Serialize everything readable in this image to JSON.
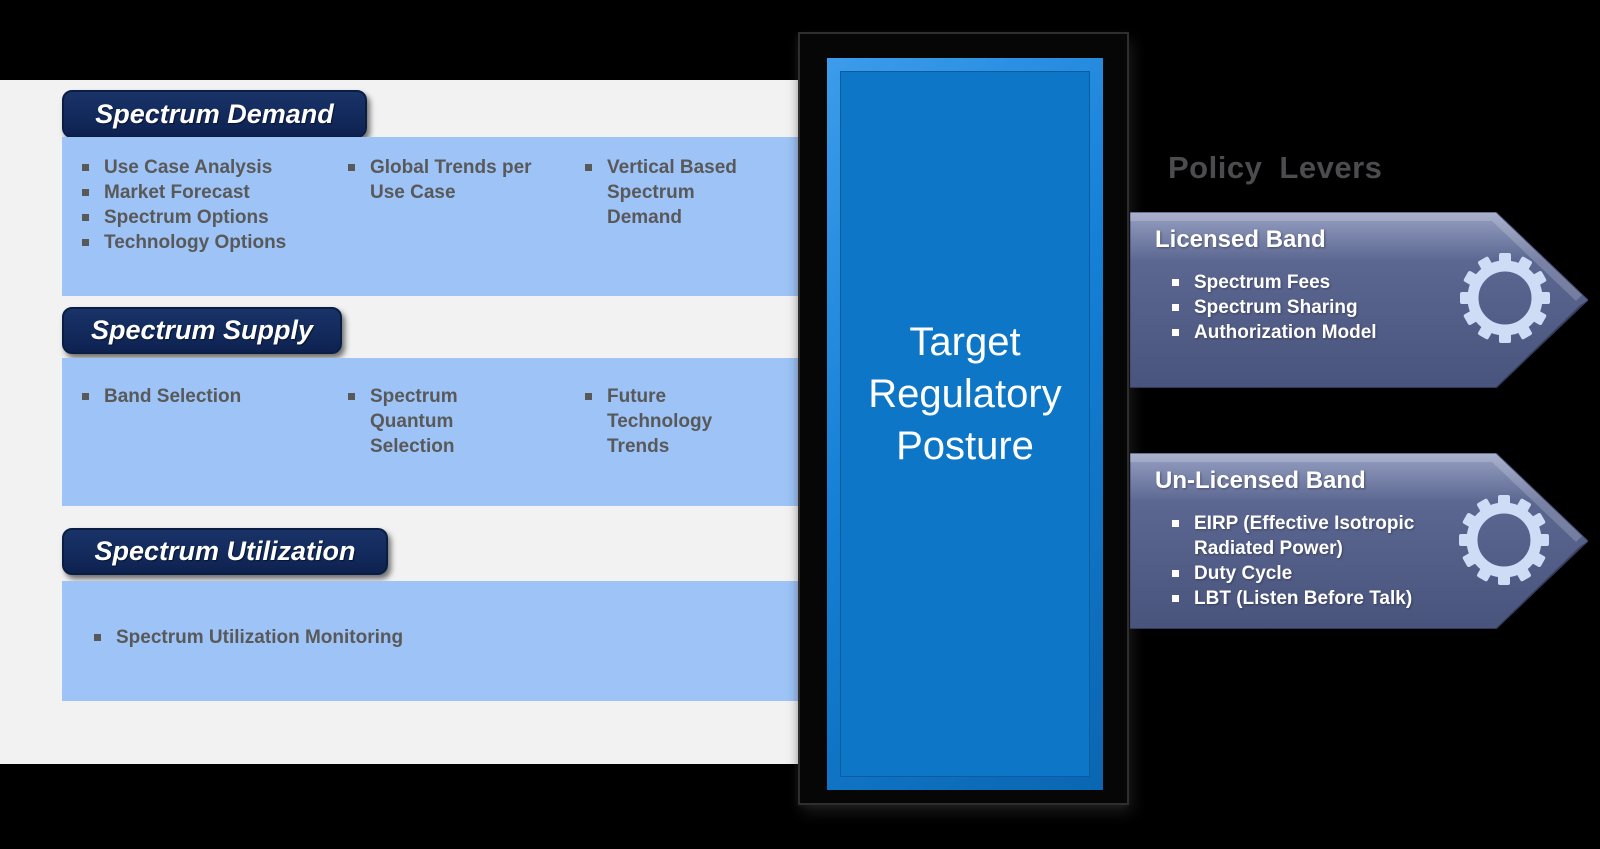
{
  "left_panel": {
    "sections": [
      {
        "title": "Spectrum Demand",
        "columns": [
          [
            "Use Case Analysis",
            "Market Forecast",
            "Spectrum Options",
            "Technology Options"
          ],
          [
            "Global Trends per Use Case"
          ],
          [
            "Vertical Based Spectrum Demand"
          ]
        ]
      },
      {
        "title": "Spectrum Supply",
        "columns": [
          [
            "Band Selection"
          ],
          [
            "Spectrum Quantum Selection"
          ],
          [
            "Future Technology Trends"
          ]
        ]
      },
      {
        "title": "Spectrum Utilization",
        "columns": [
          [
            "Spectrum Utilization Monitoring"
          ]
        ]
      }
    ]
  },
  "center": {
    "title": "Target Regulatory Posture"
  },
  "right_panel": {
    "title": "Policy Levers",
    "levers": [
      {
        "title": "Licensed Band",
        "icon": "gear-icon",
        "items": [
          "Spectrum Fees",
          "Spectrum Sharing",
          "Authorization Model"
        ]
      },
      {
        "title": "Un-Licensed Band",
        "icon": "gear-icon",
        "items": [
          "EIRP (Effective Isotropic Radiated Power)",
          "Duty Cycle",
          "LBT (Listen Before Talk)"
        ]
      }
    ]
  },
  "colors": {
    "background": "#000000",
    "panel_gray": "#F2F2F2",
    "content_blue": "#9DC3F7",
    "badge_navy": "#122A5C",
    "center_blue": "#0D76C7",
    "lever_slate": "#5C6791",
    "gear_blue": "#CEDCF5",
    "policy_title_gray": "#4C4C4F",
    "bullet_gray": "#595959"
  }
}
